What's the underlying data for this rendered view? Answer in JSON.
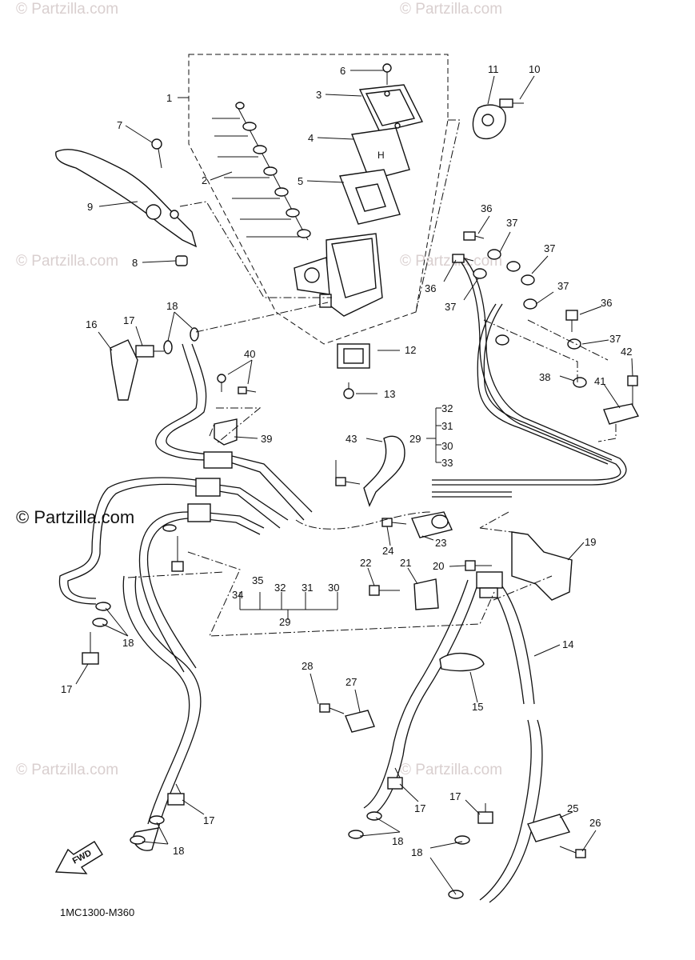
{
  "watermarks": [
    "© Partzilla.com",
    "© Partzilla.com",
    "© Partzilla.com",
    "© Partzilla.com",
    "© Partzilla.com",
    "© Partzilla.com",
    "© Partzilla.com"
  ],
  "diagram_code": "1MC1300-M360",
  "fwd_label": "FWD",
  "callouts": [
    "1",
    "2",
    "3",
    "4",
    "5",
    "6",
    "7",
    "8",
    "9",
    "10",
    "11",
    "12",
    "13",
    "14",
    "15",
    "16",
    "17",
    "17",
    "17",
    "17",
    "17",
    "18",
    "18",
    "18",
    "18",
    "18",
    "19",
    "20",
    "21",
    "22",
    "23",
    "24",
    "25",
    "26",
    "27",
    "28",
    "29",
    "29",
    "30",
    "30",
    "31",
    "31",
    "32",
    "32",
    "33",
    "34",
    "35",
    "36",
    "36",
    "36",
    "37",
    "37",
    "37",
    "37",
    "37",
    "38",
    "39",
    "40",
    "41",
    "42",
    "43"
  ]
}
